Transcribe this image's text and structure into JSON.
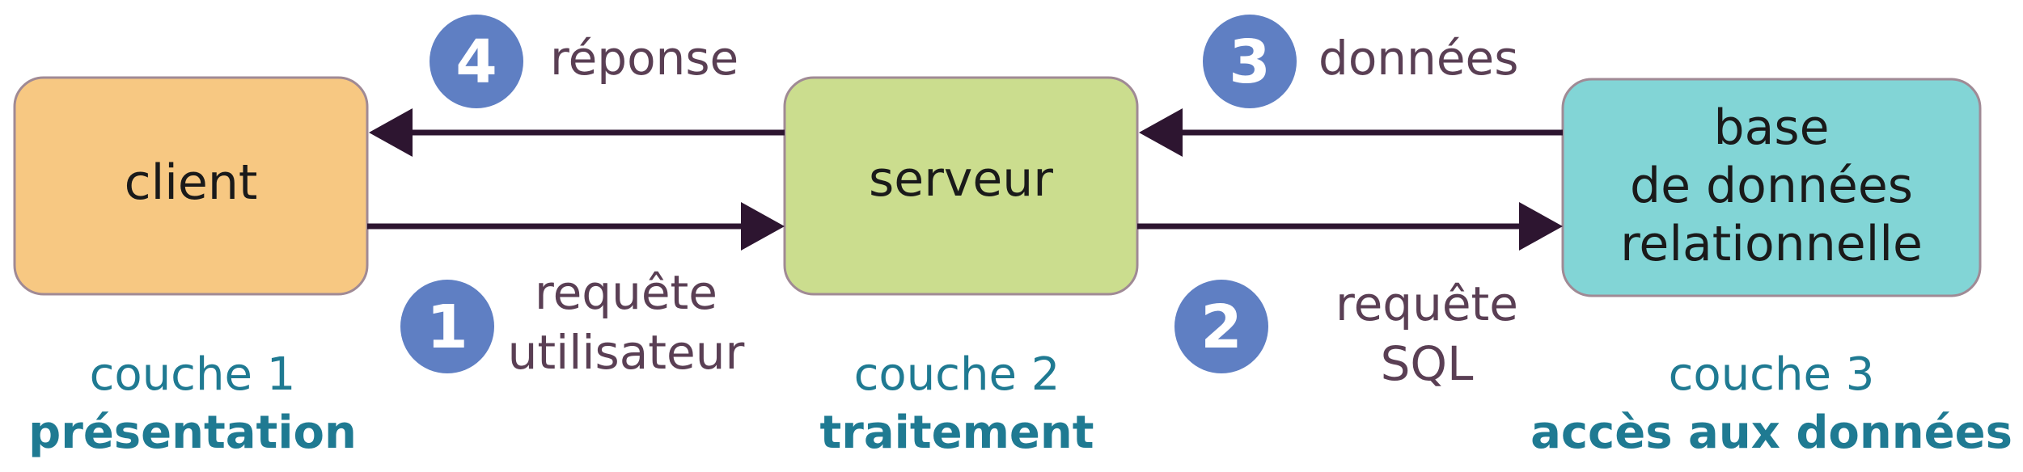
{
  "colors": {
    "client_fill": "#f7c882",
    "serveur_fill": "#cbdd8e",
    "db_fill": "#82d5d6",
    "box_stroke": "#a08a95",
    "arrow": "#2d1530",
    "badge": "#5f7fc3",
    "flow_text": "#5a3f54",
    "layer_text": "#1f7a92"
  },
  "boxes": {
    "client": {
      "label": "client"
    },
    "serveur": {
      "label": "serveur"
    },
    "db": {
      "line1": "base",
      "line2": "de données",
      "line3": "relationnelle"
    }
  },
  "flows": {
    "step1": {
      "badge": "1",
      "line1": "requête",
      "line2": "utilisateur"
    },
    "step2": {
      "badge": "2",
      "line1": "requête",
      "line2": "SQL"
    },
    "step3": {
      "badge": "3",
      "label": "données"
    },
    "step4": {
      "badge": "4",
      "label": "réponse"
    }
  },
  "layers": {
    "layer1": {
      "number": "couche 1",
      "name": "présentation"
    },
    "layer2": {
      "number": "couche 2",
      "name": "traitement"
    },
    "layer3": {
      "number": "couche 3",
      "name": "accès aux données"
    }
  }
}
